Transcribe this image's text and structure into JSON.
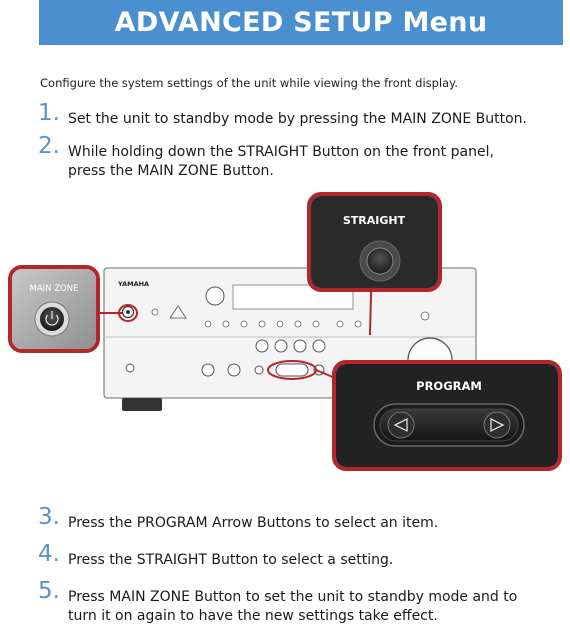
{
  "header": {
    "title": "ADVANCED SETUP Menu"
  },
  "intro": "Configure the system settings of the unit while viewing the front display.",
  "steps": [
    {
      "num": "1.",
      "text": "Set the unit to standby mode by pressing the MAIN ZONE Button."
    },
    {
      "num": "2.",
      "text": "While holding down the STRAIGHT Button on the front panel, press  the MAIN ZONE Button."
    },
    {
      "num": "3.",
      "text": "Press  the PROGRAM Arrow Buttons to select an item."
    },
    {
      "num": "4.",
      "text": "Press  the STRAIGHT Button to select a setting."
    },
    {
      "num": "5.",
      "text": "Press  MAIN ZONE  Button to set the unit to standby mode and to turn it on again to have the new settings take effect."
    }
  ],
  "callouts": {
    "straight_label": "STRAIGHT",
    "main_zone_label": "MAIN ZONE",
    "program_label": "PROGRAM"
  },
  "device": {
    "brand": "YAMAHA"
  },
  "colors": {
    "banner": "#4a8fd0",
    "step_number": "#5b93cc",
    "callout_border": "#b3262b"
  }
}
